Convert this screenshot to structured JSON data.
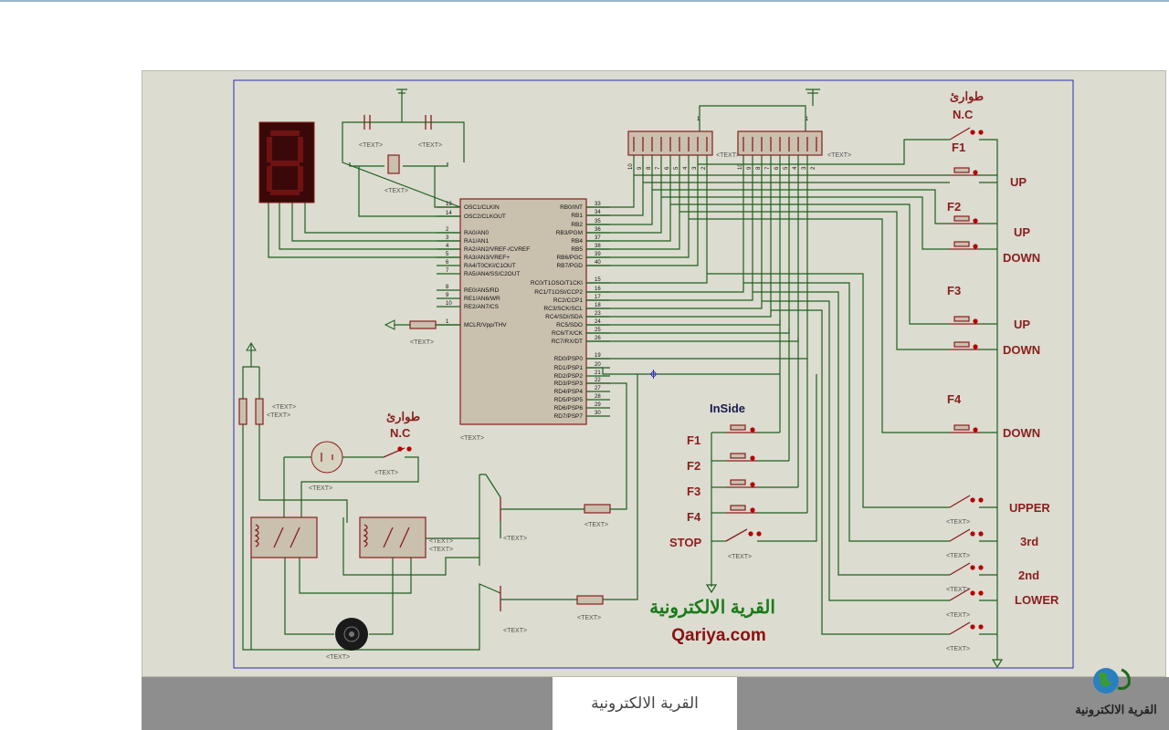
{
  "mcu_pins_left": [
    {
      "num": "13",
      "name": "OSC1/CLKIN"
    },
    {
      "num": "14",
      "name": "OSC2/CLKOUT"
    },
    {
      "num": "2",
      "name": "RA0/AN0"
    },
    {
      "num": "3",
      "name": "RA1/AN1"
    },
    {
      "num": "4",
      "name": "RA2/AN2/VREF-/CVREF"
    },
    {
      "num": "5",
      "name": "RA3/AN3/VREF+"
    },
    {
      "num": "6",
      "name": "RA4/T0CKI/C1OUT"
    },
    {
      "num": "7",
      "name": "RA5/AN4/SS/C2OUT"
    },
    {
      "num": "8",
      "name": "RE0/AN5/RD"
    },
    {
      "num": "9",
      "name": "RE1/AN6/WR"
    },
    {
      "num": "10",
      "name": "RE2/AN7/CS"
    },
    {
      "num": "1",
      "name": "MCLR/Vpp/THV"
    }
  ],
  "mcu_pins_right": [
    {
      "num": "33",
      "name": "RB0/INT"
    },
    {
      "num": "34",
      "name": "RB1"
    },
    {
      "num": "35",
      "name": "RB2"
    },
    {
      "num": "36",
      "name": "RB3/PGM"
    },
    {
      "num": "37",
      "name": "RB4"
    },
    {
      "num": "38",
      "name": "RB5"
    },
    {
      "num": "39",
      "name": "RB6/PGC"
    },
    {
      "num": "40",
      "name": "RB7/PGD"
    },
    {
      "num": "15",
      "name": "RC0/T1OSO/T1CKI"
    },
    {
      "num": "16",
      "name": "RC1/T1OSI/CCP2"
    },
    {
      "num": "17",
      "name": "RC2/CCP1"
    },
    {
      "num": "18",
      "name": "RC3/SCK/SCL"
    },
    {
      "num": "23",
      "name": "RC4/SDI/SDA"
    },
    {
      "num": "24",
      "name": "RC5/SDO"
    },
    {
      "num": "25",
      "name": "RC6/TX/CK"
    },
    {
      "num": "26",
      "name": "RC7/RX/DT"
    },
    {
      "num": "19",
      "name": "RD0/PSP0"
    },
    {
      "num": "20",
      "name": "RD1/PSP1"
    },
    {
      "num": "21",
      "name": "RD2/PSP2"
    },
    {
      "num": "22",
      "name": "RD3/PSP3"
    },
    {
      "num": "27",
      "name": "RD4/PSP4"
    },
    {
      "num": "28",
      "name": "RD5/PSP5"
    },
    {
      "num": "29",
      "name": "RD6/PSP6"
    },
    {
      "num": "30",
      "name": "RD7/PSP7"
    }
  ],
  "placeholder_text": "<TEXT>",
  "resnet_pins": [
    "10",
    "9",
    "8",
    "7",
    "6",
    "5",
    "4",
    "3",
    "2"
  ],
  "resnet_pin1": "1",
  "switches_label_top": {
    "arabic": "طوارئ",
    "nc": "N.C",
    "f1": "F1"
  },
  "switches_label_left": {
    "arabic": "طوارئ",
    "nc": "N.C"
  },
  "floor_labels": [
    {
      "text": "UP"
    },
    {
      "text": "F2"
    },
    {
      "text": "UP"
    },
    {
      "text": "DOWN"
    },
    {
      "text": "F3"
    },
    {
      "text": "UP"
    },
    {
      "text": "DOWN"
    },
    {
      "text": "F4"
    },
    {
      "text": "DOWN"
    }
  ],
  "inside": {
    "title": "InSide",
    "items": [
      "F1",
      "F2",
      "F3",
      "F4",
      "STOP"
    ]
  },
  "limit_labels": [
    "UPPER",
    "3rd",
    "2nd",
    "LOWER"
  ],
  "watermark": {
    "arabic": "القرية الالكترونية",
    "domain": "Qariya.com"
  },
  "footer_tab_text": "القرية الالكترونية",
  "logo_text": "القرية الالكترونية",
  "colors": {
    "wire": "#1f5f1f",
    "component": "#8a1e1e",
    "sheet": "#dcdcd0",
    "frame": "#2b2bb0",
    "footer": "#8e8e8e"
  }
}
